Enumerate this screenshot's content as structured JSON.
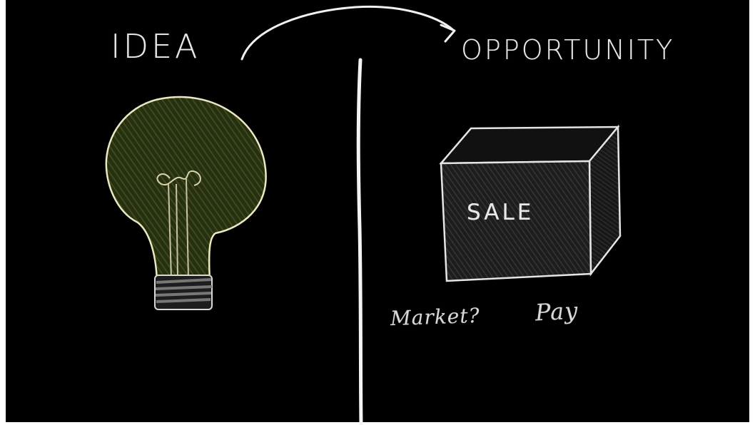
{
  "board": {
    "left_title": "IDEA",
    "right_title": "OPPORTUNITY",
    "box_label": "SALE",
    "note_1": "Market?",
    "note_2": "Pay"
  },
  "colors": {
    "background": "#000000",
    "chalk": "#eaeaea",
    "bulb_fill": "#343a16",
    "box_fill": "#252525"
  },
  "icons": {
    "bulb": "lightbulb-icon",
    "box": "box-icon",
    "arrow": "curved-arrow-icon"
  }
}
